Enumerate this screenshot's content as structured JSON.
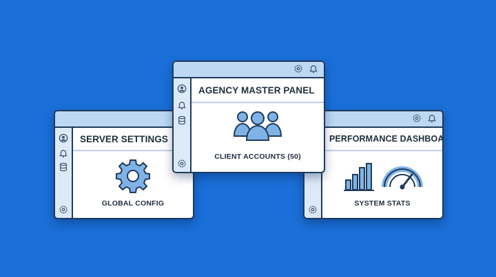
{
  "windows": {
    "server": {
      "title": "SERVER SETTINGS",
      "caption": "GLOBAL CONFIG",
      "icon": "gear-icon"
    },
    "agency": {
      "title": "AGENCY MASTER PANEL",
      "caption": "CLIENT ACCOUNTS (50)",
      "icon": "users-group-icon"
    },
    "performance": {
      "title": "PERFORMANCE DASHBOARD",
      "caption": "SYSTEM STATS",
      "icons": [
        "bar-chart-icon",
        "speedometer-gauge-icon"
      ]
    }
  },
  "titlebar_icons": [
    "settings-icon",
    "bell-icon"
  ],
  "sidebar_icons": [
    "user-circle-icon",
    "bell-icon",
    "database-icon",
    "settings-icon"
  ],
  "colors": {
    "background": "#1a6fd8",
    "titlebar": "#bcd8f3",
    "sidebar": "#dceaf8",
    "outline": "#1f3a5c",
    "icon_fill": "#7fb3e6"
  }
}
